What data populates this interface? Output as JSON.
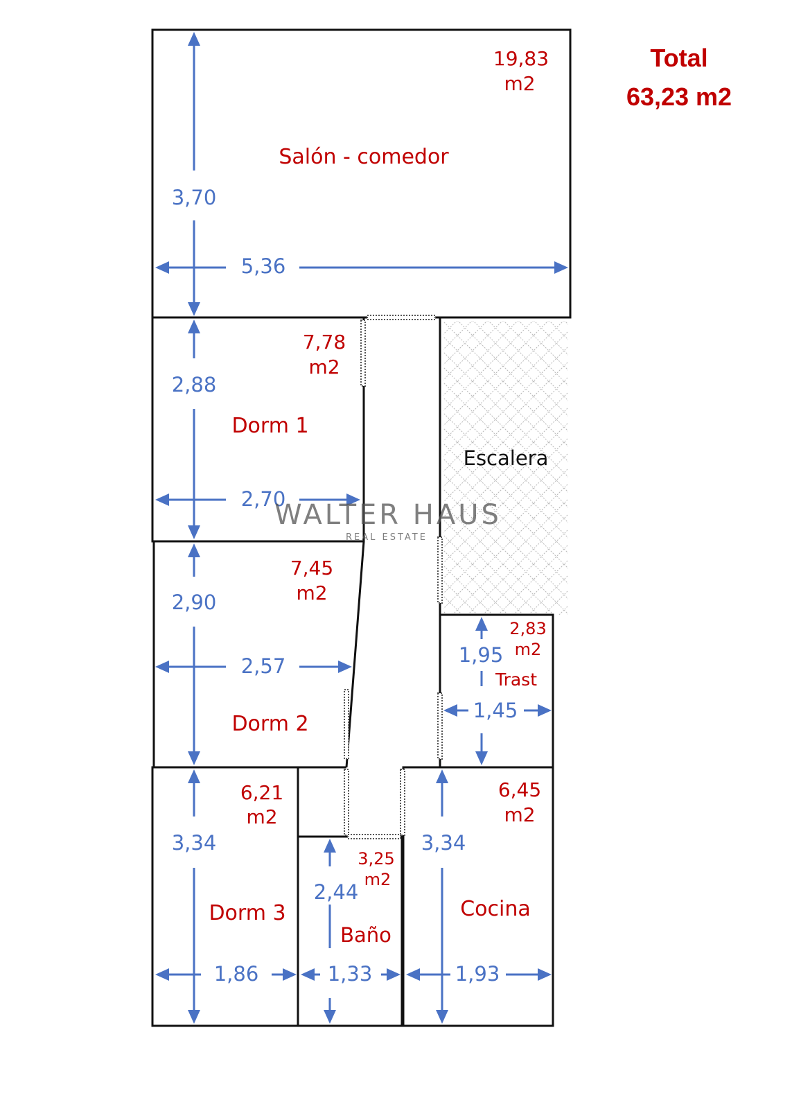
{
  "total": {
    "label": "Total",
    "value": "63,23 m2"
  },
  "rooms": {
    "salon": {
      "name": "Salón - comedor",
      "area_num": "19,83",
      "area_unit": "m2",
      "height": "3,70",
      "width": "5,36"
    },
    "dorm1": {
      "name": "Dorm 1",
      "area_num": "7,78",
      "area_unit": "m2",
      "height": "2,88",
      "width": "2,70"
    },
    "dorm2": {
      "name": "Dorm 2",
      "area_num": "7,45",
      "area_unit": "m2",
      "height": "2,90",
      "width": "2,57"
    },
    "dorm3": {
      "name": "Dorm 3",
      "area_num": "6,21",
      "area_unit": "m2",
      "height": "3,34",
      "width": "1,86"
    },
    "bano": {
      "name": "Baño",
      "area_num": "3,25",
      "area_unit": "m2",
      "height": "2,44",
      "width": "1,33"
    },
    "cocina": {
      "name": "Cocina",
      "area_num": "6,45",
      "area_unit": "m2",
      "height": "3,34",
      "width": "1,93"
    },
    "trast": {
      "name": "Trast",
      "area_num": "2,83",
      "area_unit": "m2",
      "height": "1,95",
      "width": "1,45"
    },
    "escalera": {
      "name": "Escalera"
    }
  },
  "watermark": {
    "brand": "WALTER HAUS",
    "tagline": "REAL ESTATE"
  },
  "colors": {
    "label_red": "#c00000",
    "dimension_blue": "#4a72c4",
    "wall": "#111111"
  }
}
